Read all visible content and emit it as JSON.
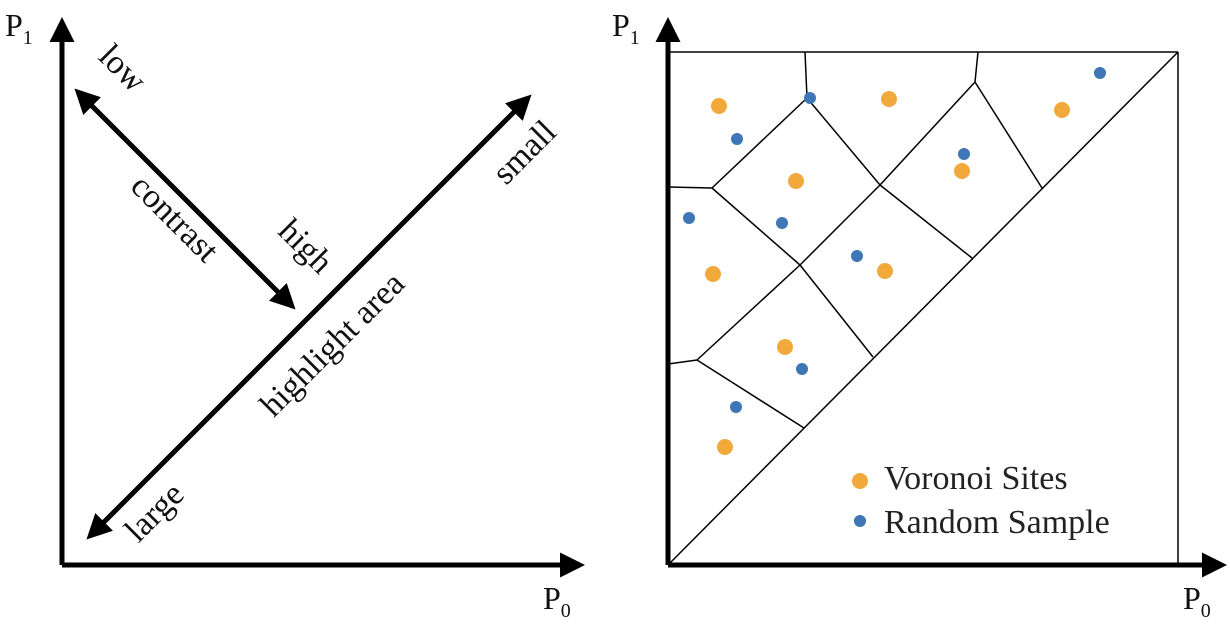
{
  "left_panel": {
    "y_axis_label": "P",
    "y_axis_sub": "1",
    "x_axis_label": "P",
    "x_axis_sub": "0",
    "contrast_low": "low",
    "contrast_word": "contrast",
    "contrast_high": "high",
    "area_small": "small",
    "area_word": "highlight area",
    "area_large": "large"
  },
  "right_panel": {
    "y_axis_label": "P",
    "y_axis_sub": "1",
    "x_axis_label": "P",
    "x_axis_sub": "0",
    "legend": {
      "voronoi_label": "Voronoi Sites",
      "random_label": "Random Sample"
    }
  },
  "colors": {
    "voronoi_site": "#F2A93B",
    "random_sample": "#3F76B5",
    "ink": "#000000"
  }
}
